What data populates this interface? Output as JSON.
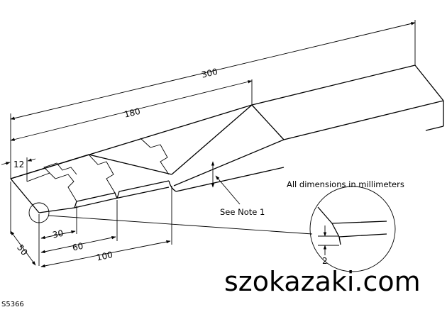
{
  "dimensions": {
    "overall_length": "300",
    "taper_length": "180",
    "tip_width": "12",
    "step_1": "30",
    "step_2": "60",
    "step_3": "100",
    "end_height": "50",
    "detail_edge": "2"
  },
  "notes": {
    "see_note": "See Note 1",
    "units": "All dimensions in millimeters"
  },
  "watermark": "szokazaki.com",
  "figure_id": "S5366"
}
